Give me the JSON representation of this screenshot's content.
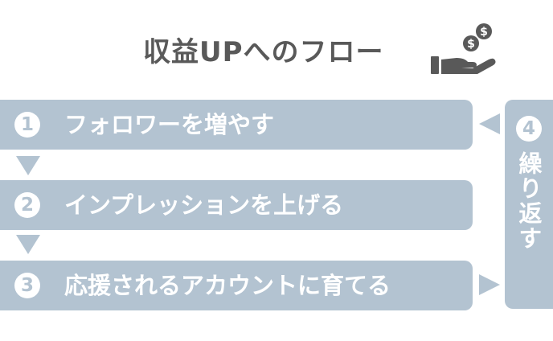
{
  "title": "収益UPへのフロー",
  "icon": "money-hand-icon",
  "colors": {
    "accent": "#b3c3d1",
    "title_text": "#595959",
    "icon": "#595959"
  },
  "steps": [
    {
      "num": "1",
      "label": "フォロワーを増やす"
    },
    {
      "num": "2",
      "label": "インプレッションを上げる"
    },
    {
      "num": "3",
      "label": "応援されるアカウントに育てる"
    }
  ],
  "repeat": {
    "num": "4",
    "label": "繰り返す"
  }
}
